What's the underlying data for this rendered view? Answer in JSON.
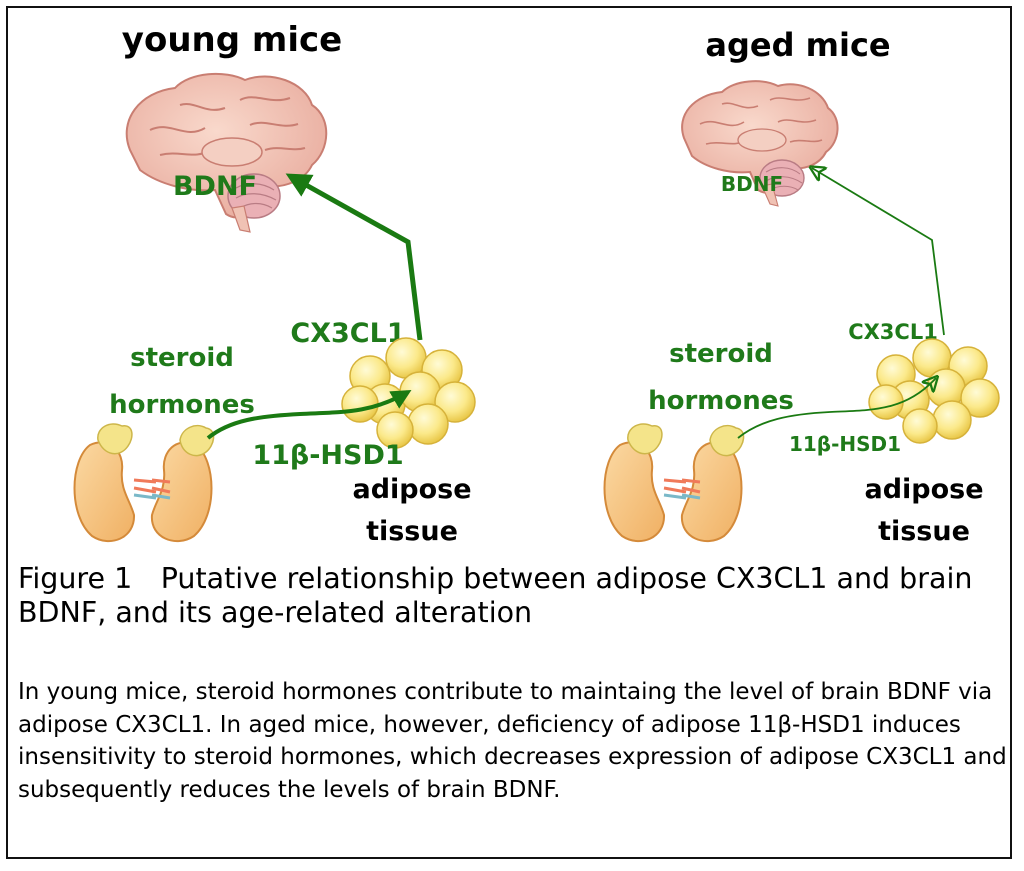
{
  "panels": {
    "young": {
      "title": "young mice",
      "bdnf": "BDNF",
      "cx3cl1": "CX3CL1",
      "steroid_line1": "steroid",
      "steroid_line2": "hormones",
      "hsd": "11β-HSD1",
      "adipose_line1": "adipose",
      "adipose_line2": "tissue"
    },
    "aged": {
      "title": "aged mice",
      "bdnf": "BDNF",
      "cx3cl1": "CX3CL1",
      "steroid_line1": "steroid",
      "steroid_line2": "hormones",
      "hsd": "11β-HSD1",
      "adipose_line1": "adipose",
      "adipose_line2": "tissue"
    }
  },
  "figure_title": "Figure 1　Putative relationship between adipose CX3CL1 and brain BDNF, and its age-related alteration",
  "caption": "In young mice, steroid hormones contribute to maintaing the level of brain BDNF via adipose CX3CL1. In aged mice, however, deficiency of adipose 11β-HSD1 induces insensitivity to steroid hormones, which decreases expression of adipose CX3CL1 and subsequently reduces the levels of brain BDNF.",
  "colors": {
    "arrow_green": "#1a7a12",
    "label_green": "#1f7a1a",
    "brain_pink": "#f2c1b0",
    "fat_yellow": "#f7e27a",
    "kidney_orange": "#f5c27e"
  },
  "icons": [
    "brain-icon",
    "kidney-icon",
    "adrenal-gland-icon",
    "adipose-cells-icon"
  ]
}
